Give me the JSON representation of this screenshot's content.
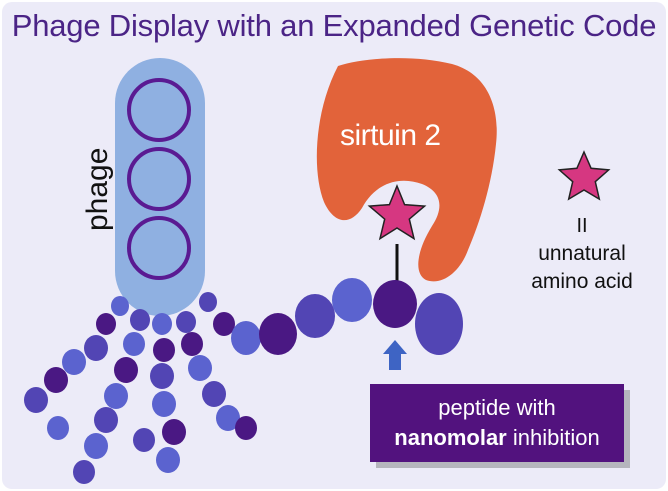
{
  "title": "Phage Display with an Expanded Genetic Code",
  "labels": {
    "phage": "phage",
    "sirtuin": "sirtuin 2",
    "uaa_line1": "unnatural",
    "uaa_line2": "amino acid",
    "peptide_line1": "peptide with",
    "peptide_bold": "nanomolar",
    "peptide_rest": " inhibition"
  },
  "colors": {
    "background": "#ecebf8",
    "title": "#4b2486",
    "phage_capsule": "#8fb0e1",
    "phage_rings": "#5a1a92",
    "sirtuin": "#e2633a",
    "star": "#d63781",
    "bead_dark": "#4a1883",
    "bead_mid": "#5245b4",
    "bead_light": "#5b63cf",
    "peptide_box": "#52127e",
    "arrow": "#3e64c4"
  },
  "icons": {
    "unnatural_amino_acid": "star-icon",
    "pointer": "up-arrow-icon"
  }
}
